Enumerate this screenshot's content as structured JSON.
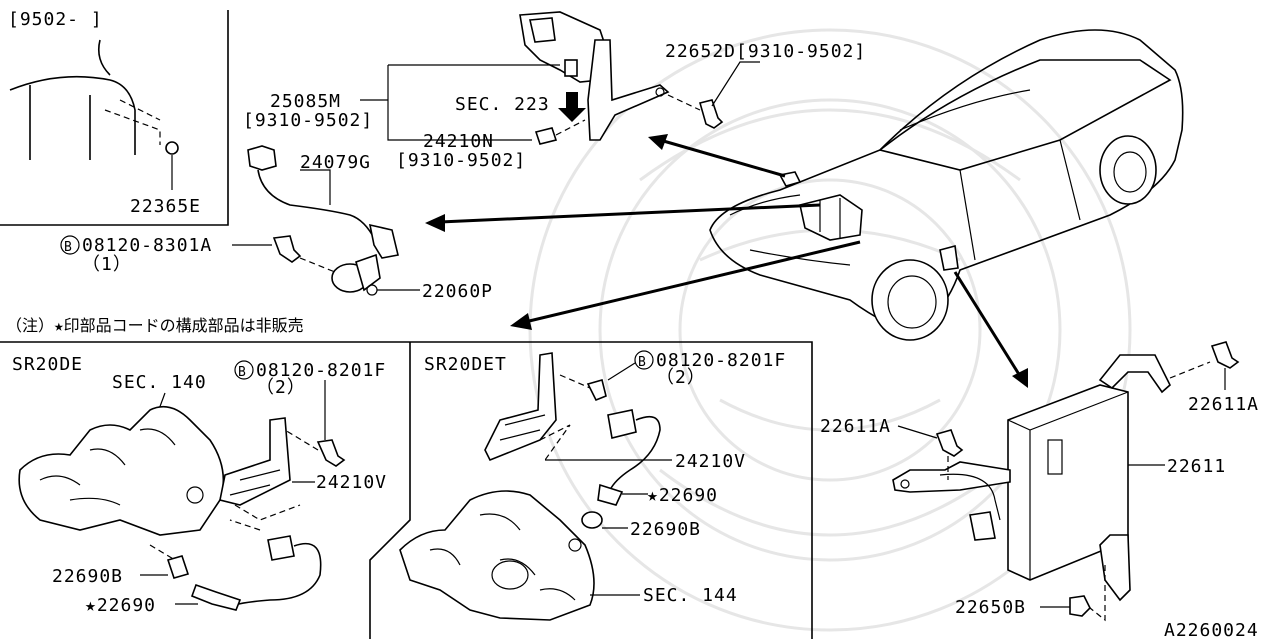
{
  "diagram": {
    "date_ranges": {
      "inset_top_left": "[9502-     ]"
    },
    "labels": {
      "p22365E": "22365E",
      "p24079G": "24079G",
      "p25085M": "25085M",
      "p25085M_range": "[9310-9502]",
      "sec223": "SEC. 223",
      "p24210N": "24210N",
      "p24210N_range": "[9310-9502]",
      "p22652D": "22652D[9310-9502]",
      "bolt_top_circle": "B",
      "bolt_top_code": "08120-8301A",
      "bolt_top_qty": "（1）",
      "p22060P": "22060P",
      "note": "（注）★印部品コードの構成部品は非販売",
      "engine_left": "SR20DE",
      "sec140": "SEC. 140",
      "bolt_left_circle": "B",
      "bolt_left_code": "08120-8201F",
      "bolt_left_qty": "（2）",
      "p24210V_left": "24210V",
      "p22690B_left": "22690B",
      "p22690_left": "★22690",
      "engine_right": "SR20DET",
      "bolt_mid_circle": "B",
      "bolt_mid_code": "08120-8201F",
      "bolt_mid_qty": "（2）",
      "p24210V_mid": "24210V",
      "p22690_mid": "★22690",
      "p22690B_mid": "22690B",
      "sec144": "SEC. 144",
      "p22611A_left": "22611A",
      "p22611A_right": "22611A",
      "p22611": "22611",
      "p22650B": "22650B",
      "drawing_id": "A2260024"
    }
  }
}
